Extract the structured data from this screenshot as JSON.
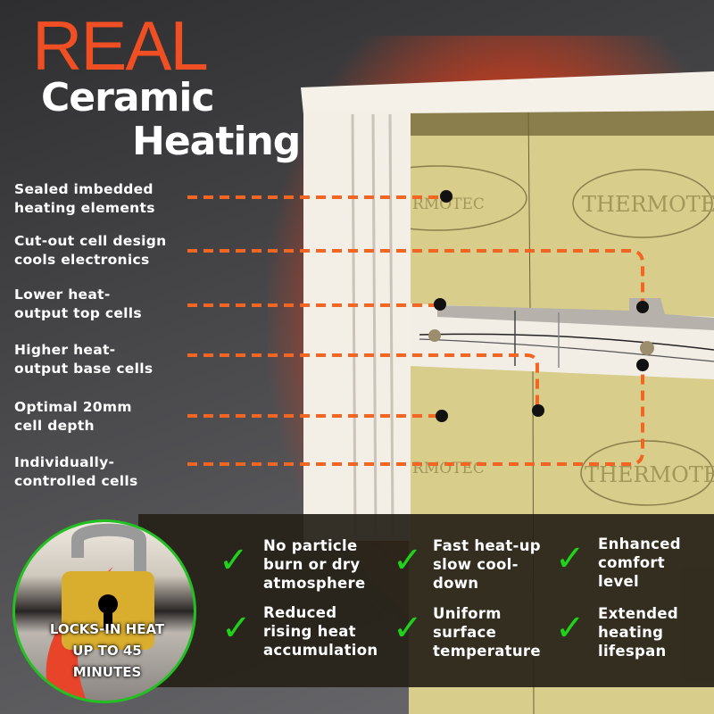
{
  "title": {
    "line1": "REAL",
    "line2": "Ceramic",
    "line3": "Heating"
  },
  "callouts": [
    {
      "line1": "Sealed imbedded",
      "line2": "heating elements"
    },
    {
      "line1": "Cut-out cell design",
      "line2": "cools electronics"
    },
    {
      "line1": "Lower heat-",
      "line2": "output top cells"
    },
    {
      "line1": "Higher heat-",
      "line2": "output base cells"
    },
    {
      "line1": "Optimal 20mm",
      "line2": "cell depth"
    },
    {
      "line1": "Individually-",
      "line2": "controlled cells"
    }
  ],
  "product": {
    "panel_brand": "THERMOTEC",
    "panel_brand_partial": "RMOTEC"
  },
  "badge": {
    "line1": "LOCKS-IN HEAT",
    "line2": "UP TO 45",
    "line3": "MINUTES"
  },
  "features": [
    {
      "l1": "No particle",
      "l2": "burn or dry",
      "l3": "atmosphere"
    },
    {
      "l1": "Fast heat-up",
      "l2": "slow cool-",
      "l3": "down"
    },
    {
      "l1": "Enhanced",
      "l2": "comfort",
      "l3": "level"
    },
    {
      "l1": "Reduced",
      "l2": "rising heat",
      "l3": "accumulation"
    },
    {
      "l1": "Uniform",
      "l2": "surface",
      "l3": "temperature"
    },
    {
      "l1": "Extended",
      "l2": "heating",
      "l3": "lifespan"
    }
  ],
  "colors": {
    "accent": "#f04e23",
    "dash": "#f26522",
    "check": "#1fd21a",
    "panel": "#d9cf8c"
  }
}
